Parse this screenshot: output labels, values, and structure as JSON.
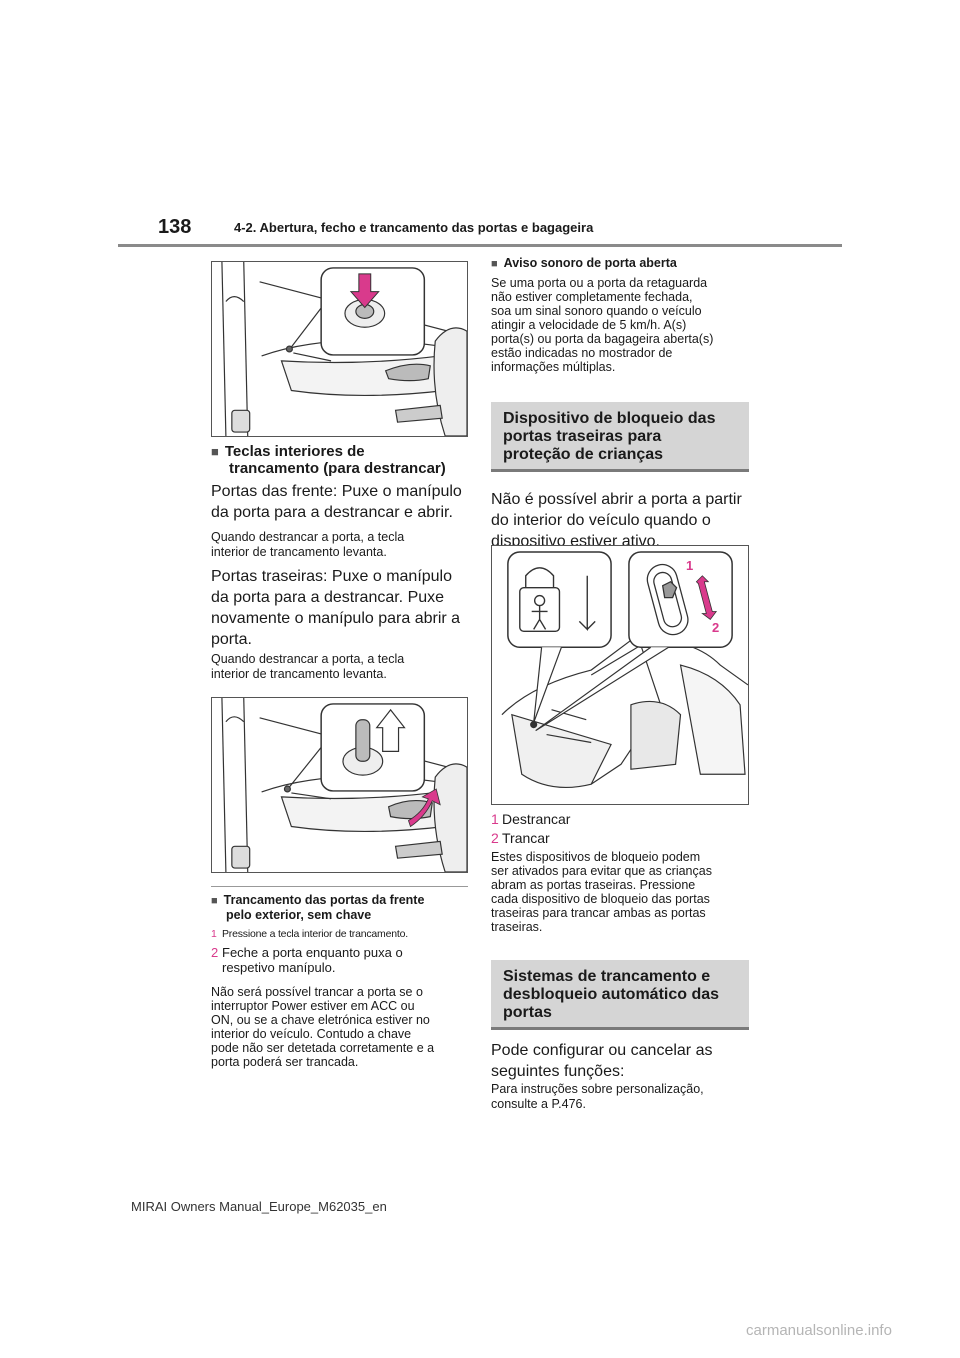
{
  "header": {
    "page_number": "138",
    "section": "4-2. Abertura, fecho e trancamento das portas e bagageira"
  },
  "left": {
    "heading1_line1": "Teclas interiores de",
    "heading1_line2": "trancamento (para destrancar)",
    "p1_line1": "Portas das frente: Puxe o manípulo",
    "p1_line2": "da porta para a destrancar e abrir.",
    "p2_line1": "Quando destrancar a porta, a tecla",
    "p2_line2": "interior de trancamento levanta.",
    "p3_line1": "Portas traseiras: Puxe o manípulo",
    "p3_line2": "da porta para a destrancar. Puxe",
    "p3_line3": "novamente o manípulo para abrir a",
    "p3_line4": "porta.",
    "p4_line1": "Quando destrancar a porta, a tecla",
    "p4_line2": "interior de trancamento levanta.",
    "heading2_line1": "Trancamento das portas da frente",
    "heading2_line2": "pelo exterior, sem chave",
    "step1_num": "1",
    "step1_text": "Pressione a tecla interior de trancamento.",
    "step2_num": "2",
    "step2_line1": "Feche a porta enquanto puxa o",
    "step2_line2": "respetivo manípulo.",
    "p5_line1": "Não será possível trancar a porta se o",
    "p5_line2": "interruptor Power estiver em ACC ou",
    "p5_line3": "ON, ou se a chave eletrónica estiver no",
    "p5_line4": "interior do veículo. Contudo a chave",
    "p5_line5": "pode não ser detetada corretamente e a",
    "p5_line6": "porta poderá ser trancada."
  },
  "right": {
    "heading_alarm": "Aviso sonoro de porta aberta",
    "alarm_line1": "Se uma porta ou a porta da retaguarda",
    "alarm_line2": "não estiver completamente fechada,",
    "alarm_line3": "soa um sinal sonoro quando o veículo",
    "alarm_line4": "atingir a velocidade de 5 km/h. A(s)",
    "alarm_line5": "porta(s) ou porta da bagageira aberta(s)",
    "alarm_line6": "estão indicadas no mostrador de",
    "alarm_line7": "informações múltiplas.",
    "box1_line1": "Dispositivo de bloqueio das",
    "box1_line2": "portas traseiras para",
    "box1_line3": "proteção de crianças",
    "child_line1": "Não é possível abrir a porta a partir",
    "child_line2": "do interior do veículo quando o",
    "child_line3": "dispositivo estiver ativo.",
    "fig_label1": "1",
    "fig_label2": "2",
    "item1_num": "1",
    "item1_text": "Destrancar",
    "item2_num": "2",
    "item2_text": "Trancar",
    "note_line1": "Estes dispositivos de bloqueio podem",
    "note_line2": "ser ativados para evitar que as crianças",
    "note_line3": "abram as portas traseiras. Pressione",
    "note_line4": "cada dispositivo de bloqueio das portas",
    "note_line5": "traseiras para trancar ambas as portas",
    "note_line6": "traseiras.",
    "box2_line1": "Sistemas de trancamento e",
    "box2_line2": "desbloqueio automático das",
    "box2_line3": "portas",
    "config_line1": "Pode configurar ou cancelar as",
    "config_line2": "seguintes funções:",
    "config_note_line1": "Para instruções sobre personalização,",
    "config_note_line2": "consulte a P.476."
  },
  "footer": "MIRAI Owners Manual_Europe_M62035_en",
  "watermark": "carmanualsonline.info",
  "colors": {
    "accent_pink": "#d93a8c",
    "box_gray": "#d5d5d5"
  }
}
